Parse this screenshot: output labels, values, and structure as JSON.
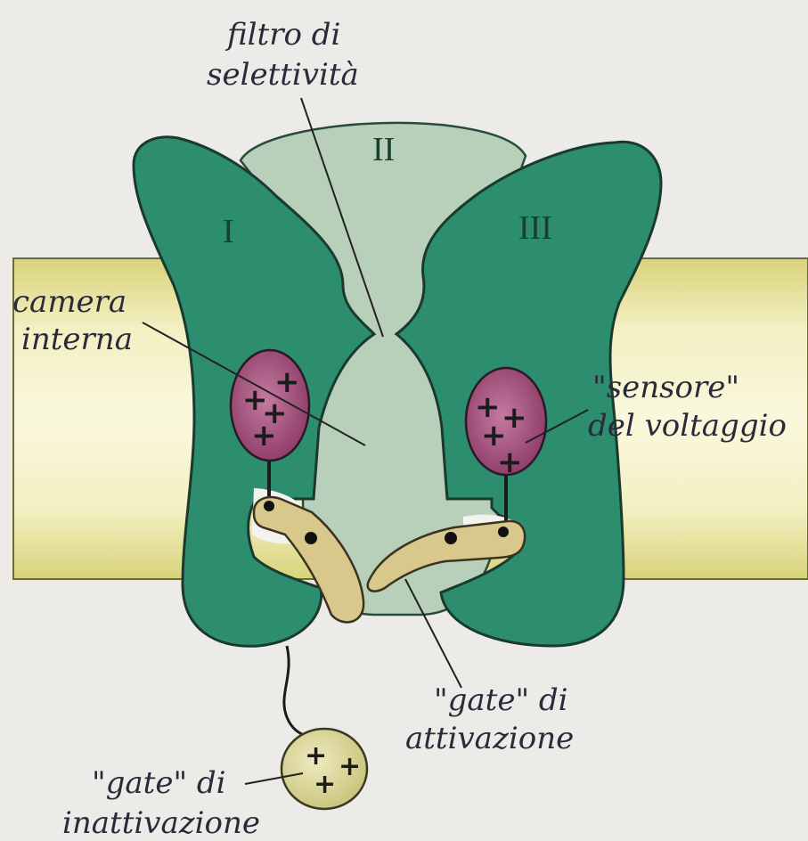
{
  "diagram": {
    "domains": {
      "one": "I",
      "two": "II",
      "three": "III"
    },
    "labels": {
      "selectivity_filter_line1": "filtro di",
      "selectivity_filter_line2": "selettività",
      "inner_chamber_line1": "camera",
      "inner_chamber_line2": "interna",
      "voltage_sensor_line1": "\"sensore\"",
      "voltage_sensor_line2": "del voltaggio",
      "activation_gate_line1": "\"gate\" di",
      "activation_gate_line2": "attivazione",
      "inactivation_gate_line1": "\"gate\" di",
      "inactivation_gate_line2": "inattivazione"
    },
    "charge_symbol": "+",
    "colors": {
      "background": "#ecebe8",
      "membrane": "#ece8a0",
      "protein_domain": "#2a8a6d",
      "central_domain": "#b5cfb8",
      "voltage_sensor": "#9a4a73",
      "gate": "#d8c78a",
      "inactivation_ball": "#d9d49a"
    }
  }
}
